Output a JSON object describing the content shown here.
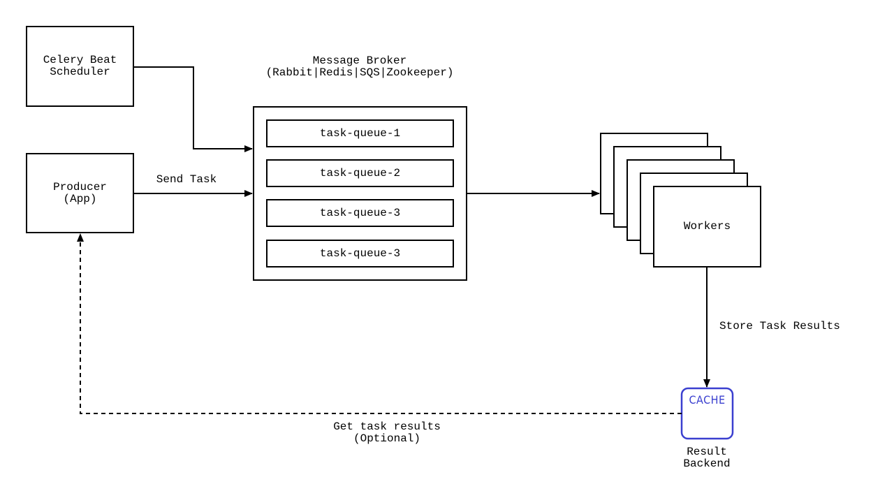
{
  "scheduler": {
    "label": "Celery Beat\nScheduler"
  },
  "producer": {
    "label": "Producer\n(App)"
  },
  "broker": {
    "title": "Message Broker\n(Rabbit|Redis|SQS|Zookeeper)",
    "queues": [
      "task-queue-1",
      "task-queue-2",
      "task-queue-3",
      "task-queue-3"
    ]
  },
  "workers": {
    "label": "Workers"
  },
  "edges": {
    "send_task": "Send Task",
    "store_results": "Store Task Results",
    "get_results": "Get task results\n(Optional)"
  },
  "cache": {
    "label": "CACHE",
    "caption": "Result\nBackend"
  },
  "colors": {
    "stroke": "#000000",
    "cache": "#3a3fcf"
  }
}
